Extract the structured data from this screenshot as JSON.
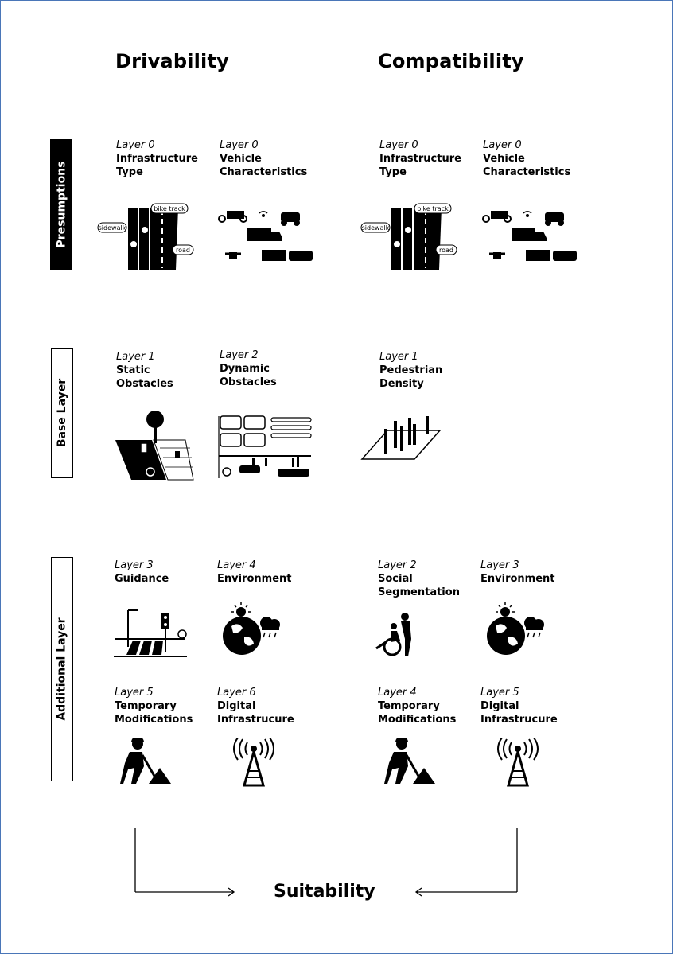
{
  "columns": {
    "drivability": "Drivability",
    "compatibility": "Compatibility"
  },
  "rows": {
    "presumptions": "Presumptions",
    "base": "Base Layer",
    "additional": "Additional Layer"
  },
  "labels": {
    "bike_track": "bike track",
    "sidewalk": "sidewalk",
    "road": "road"
  },
  "cells": {
    "d_infra": {
      "layer": "Layer 0",
      "line1": "Infrastructure",
      "line2": "Type",
      "icon": "infrastructure-lanes-icon"
    },
    "d_vehicle": {
      "layer": "Layer 0",
      "line1": "Vehicle",
      "line2": "Characteristics",
      "icon": "vehicles-icon"
    },
    "c_infra": {
      "layer": "Layer 0",
      "line1": "Infrastructure",
      "line2": "Type",
      "icon": "infrastructure-lanes-icon"
    },
    "c_vehicle": {
      "layer": "Layer 0",
      "line1": "Vehicle",
      "line2": "Characteristics",
      "icon": "vehicles-icon"
    },
    "d_static": {
      "layer": "Layer 1",
      "line1": "Static",
      "line2": "Obstacles",
      "icon": "static-obstacles-icon"
    },
    "d_dynamic": {
      "layer": "Layer 2",
      "line1": "Dynamic",
      "line2": "Obstacles",
      "icon": "dynamic-obstacles-icon"
    },
    "c_ped": {
      "layer": "Layer 1",
      "line1": "Pedestrian",
      "line2": "Density",
      "icon": "pedestrian-density-icon"
    },
    "d_guid": {
      "layer": "Layer 3",
      "line1": "Guidance",
      "line2": "",
      "icon": "crosswalk-icon"
    },
    "d_env": {
      "layer": "Layer 4",
      "line1": "Environment",
      "line2": "",
      "icon": "earth-weather-icon"
    },
    "c_social": {
      "layer": "Layer 2",
      "line1": "Social",
      "line2": "Segmentation",
      "icon": "wheelchair-icon"
    },
    "c_env": {
      "layer": "Layer 3",
      "line1": "Environment",
      "line2": "",
      "icon": "earth-weather-icon"
    },
    "d_temp": {
      "layer": "Layer 5",
      "line1": "Temporary",
      "line2": "Modifications",
      "icon": "construction-worker-icon"
    },
    "d_digital": {
      "layer": "Layer 6",
      "line1": "Digital",
      "line2": "Infrastrucure",
      "icon": "antenna-icon"
    },
    "c_temp": {
      "layer": "Layer 4",
      "line1": "Temporary",
      "line2": "Modifications",
      "icon": "construction-worker-icon"
    },
    "c_digital": {
      "layer": "Layer 5",
      "line1": "Digital",
      "line2": "Infrastrucure",
      "icon": "antenna-icon"
    }
  },
  "result": "Suitability",
  "colors": {
    "frame": "#4a76b8",
    "ink": "#000000"
  }
}
